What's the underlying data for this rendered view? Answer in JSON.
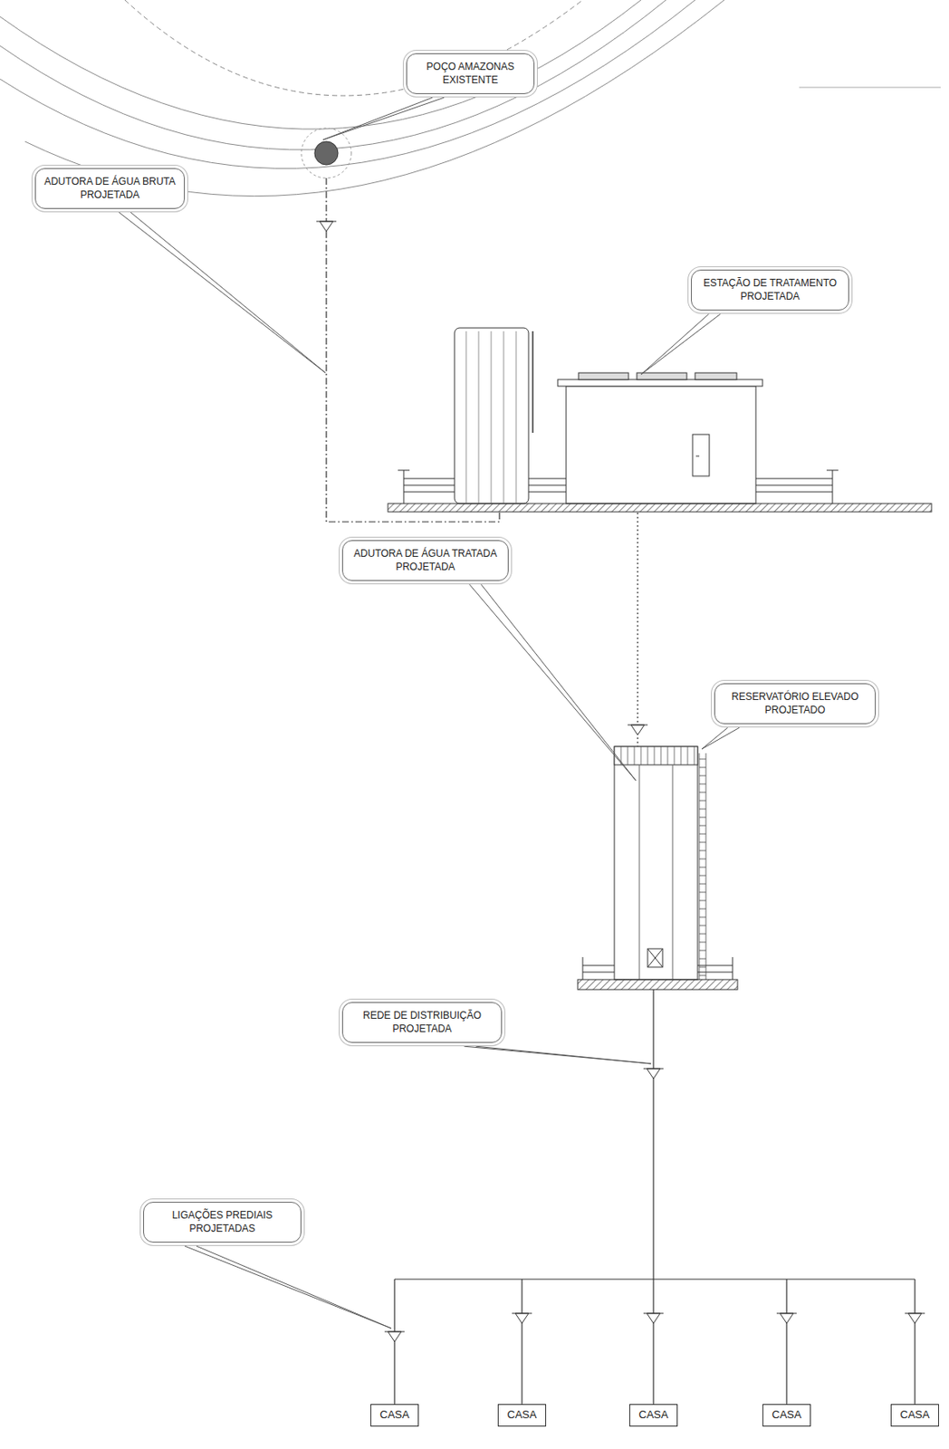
{
  "diagram": {
    "nodes": [
      {
        "text": [
          "POÇO AMAZONAS EXISTENTE"
        ]
      },
      {
        "text": [
          "ADUTORA DE ÁGUA BRUTA PROJETADA"
        ]
      },
      {
        "text": [
          "ESTAÇÃO DE TRATAMENTO PROJETADA"
        ]
      },
      {
        "text": [
          "ADUTORA DE ÁGUA TRATADA PROJETADA"
        ]
      },
      {
        "text": [
          "RESERVATÓRIO ELEVADO PROJETADO"
        ]
      },
      {
        "text": [
          "REDE DE DISTRIBUIÇÃO PROJETADA"
        ]
      },
      {
        "text": [
          "LIGAÇÕES PREDIAIS PROJETADAS"
        ]
      },
      {
        "text": [
          "CASA"
        ]
      },
      {
        "text": [
          "CASA"
        ]
      },
      {
        "text": [
          "CASA"
        ]
      },
      {
        "text": [
          "CASA"
        ]
      },
      {
        "text": [
          "CASA"
        ]
      }
    ]
  }
}
